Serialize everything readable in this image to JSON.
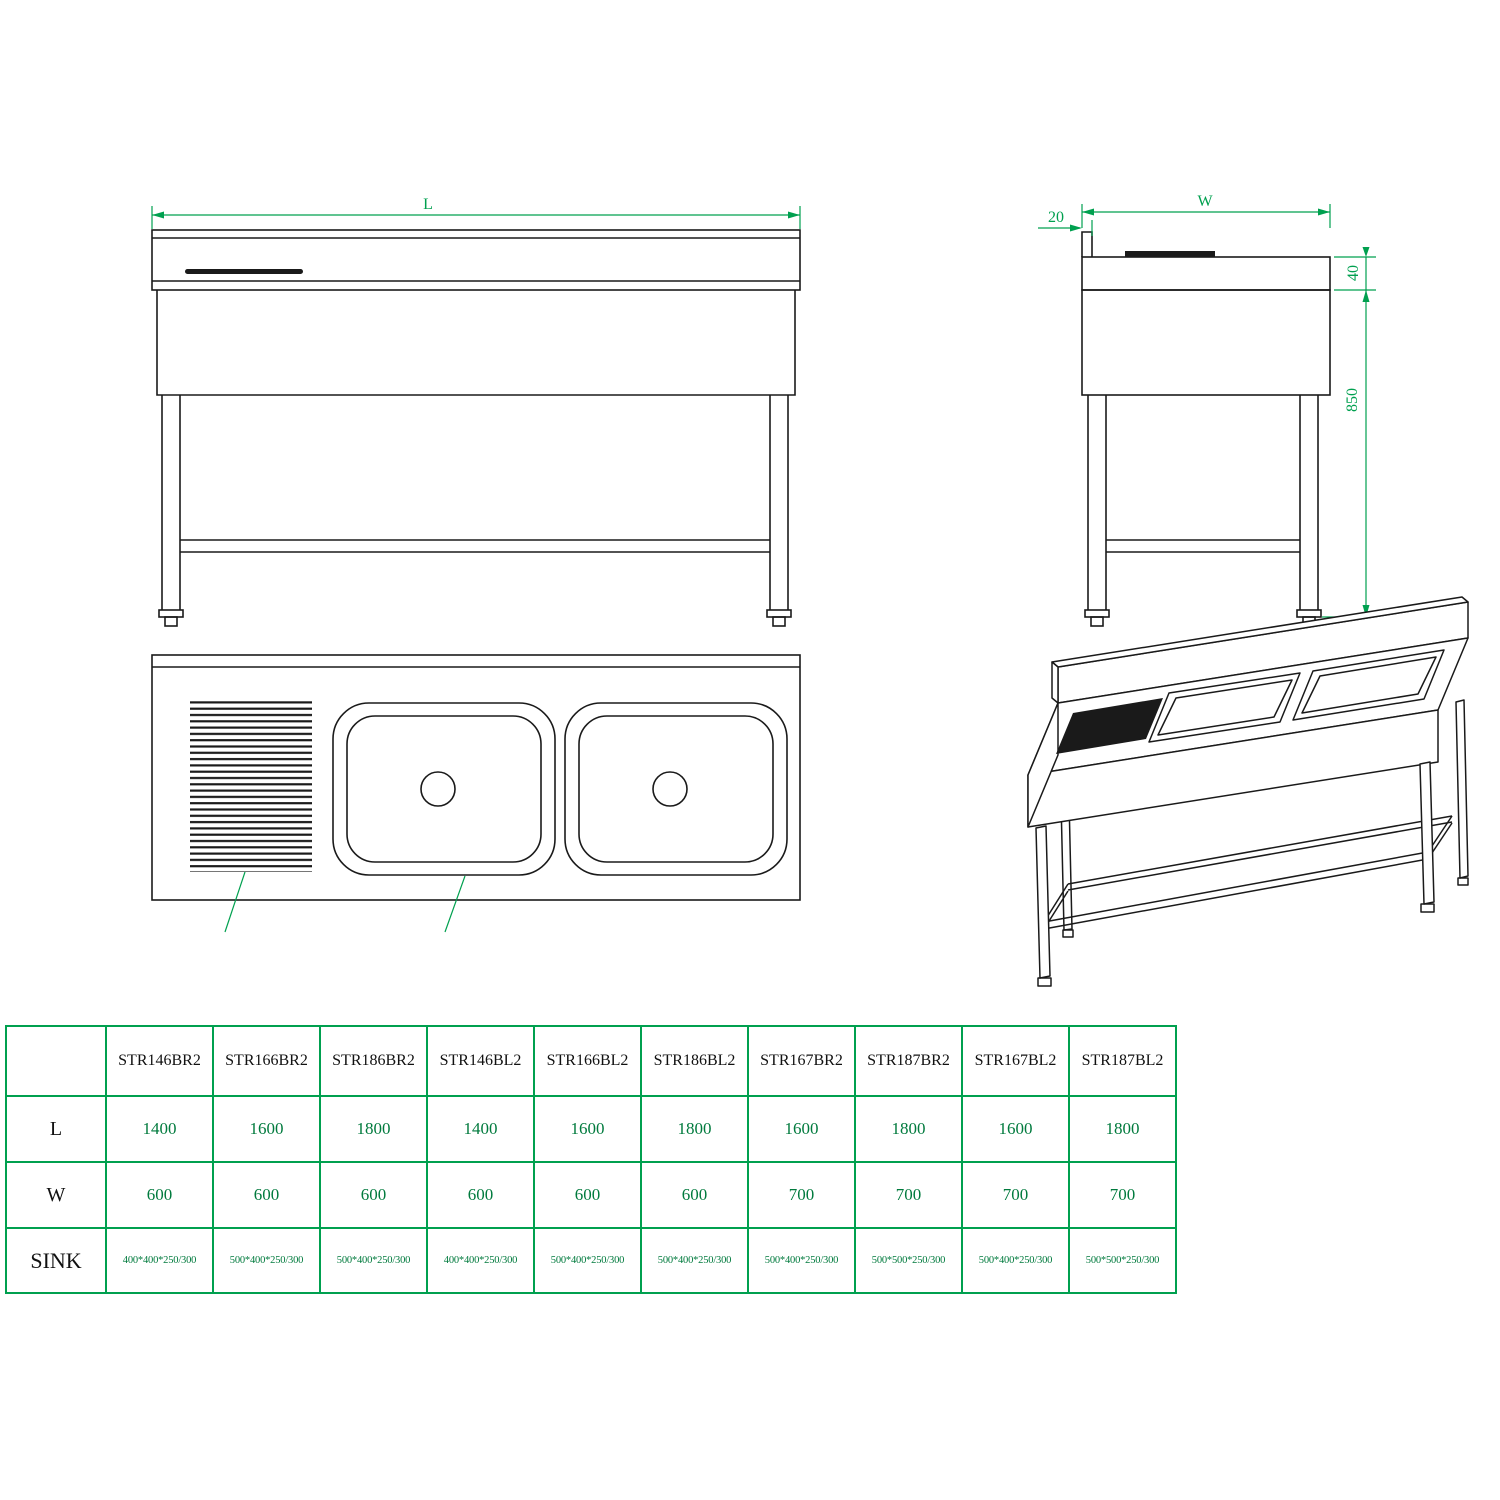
{
  "colors": {
    "line_black": "#1a1a1a",
    "dimension_green": "#00a04f",
    "table_border_green": "#00a04f",
    "table_value_green": "#007a3d"
  },
  "dimensions": {
    "l": "L",
    "w": "W",
    "backsplash_thickness": "20",
    "top_thickness": "40",
    "height": "850"
  },
  "spec_table": {
    "corner": "",
    "models": [
      "STR146BR2",
      "STR166BR2",
      "STR186BR2",
      "STR146BL2",
      "STR166BL2",
      "STR186BL2",
      "STR167BR2",
      "STR187BR2",
      "STR167BL2",
      "STR187BL2"
    ],
    "row_labels": {
      "l": "L",
      "w": "W",
      "sink": "SINK"
    },
    "l_values": [
      "1400",
      "1600",
      "1800",
      "1400",
      "1600",
      "1800",
      "1600",
      "1800",
      "1600",
      "1800"
    ],
    "w_values": [
      "600",
      "600",
      "600",
      "600",
      "600",
      "600",
      "700",
      "700",
      "700",
      "700"
    ],
    "sink_values": [
      "400*400*250/300",
      "500*400*250/300",
      "500*400*250/300",
      "400*400*250/300",
      "500*400*250/300",
      "500*400*250/300",
      "500*400*250/300",
      "500*500*250/300",
      "500*400*250/300",
      "500*500*250/300"
    ]
  }
}
